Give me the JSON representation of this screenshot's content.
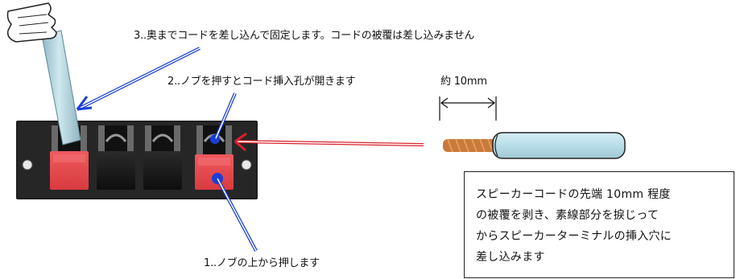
{
  "labels": {
    "step3": "3..奥までコードを差し込んで固定します。コードの被覆は差し込みません",
    "step2": "2..ノブを押すとコード挿入孔が開きます",
    "step1": "1..ノブの上から押します",
    "length": "約 10mm"
  },
  "note": {
    "lines": [
      "スピーカーコードの先端 10mm 程度",
      "の被覆を剥き、素線部分を捩じって",
      "からスピーカーターミナルの挿入穴に",
      "差し込みます"
    ]
  },
  "colors": {
    "terminal_panel": "#1e1e1e",
    "knob_red": "#e5474b",
    "knob_black": "#1a1a1a",
    "wire_jacket": "#bfe0ea",
    "copper": "#c97a3a",
    "arrow_blue": "#1a3fd6",
    "arrow_red": "#d9202a",
    "tool_shaft": "#b9dbe5"
  },
  "icons": {
    "hand": "hand-icon",
    "screwdriver": "screwdriver-icon"
  }
}
